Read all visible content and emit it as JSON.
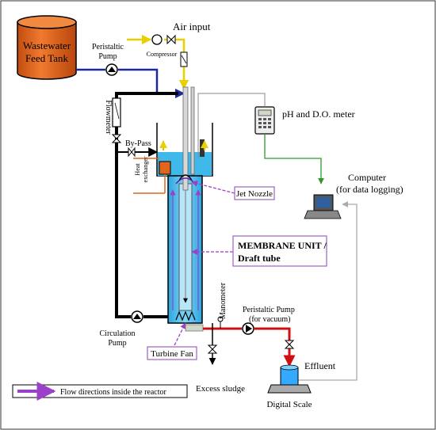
{
  "labels": {
    "tank": [
      "Wastewater",
      "Feed Tank"
    ],
    "peristaltic_pump": [
      "Peristaltic",
      "Pump"
    ],
    "air_input": "Air input",
    "compressor": "Compressor",
    "flowmeter": "Flowmeter",
    "by_pass": "By-Pass",
    "heat_exchanger": [
      "Heat",
      "exchanger"
    ],
    "ph_meter": "pH and D.O. meter",
    "computer": [
      "Computer",
      "(for data logging)"
    ],
    "jet_nozzle": "Jet Nozzle",
    "membrane_unit": [
      "MEMBRANE UNIT /",
      "Draft tube"
    ],
    "manometer": "Manometer",
    "vacuum_pump": [
      "Peristaltic Pump",
      "(for vacuum)"
    ],
    "circulation_pump": [
      "Circulation",
      "Pump"
    ],
    "turbine_fan": "Turbine Fan",
    "effluent": "Effluent",
    "excess_sludge": "Excess sludge",
    "digital_scale": "Digital Scale",
    "legend": "Flow directions inside the reactor"
  },
  "colors": {
    "tank_fill": "#e0661f",
    "feed_line": "#1a2a9c",
    "air_line": "#e8d000",
    "vacuum_line": "#d01010",
    "signal_line": "#2e9a2e",
    "reactor_water": "#3fb8ea",
    "flow_arrow": "#9b40c8",
    "callout_border": "#a060c0"
  }
}
